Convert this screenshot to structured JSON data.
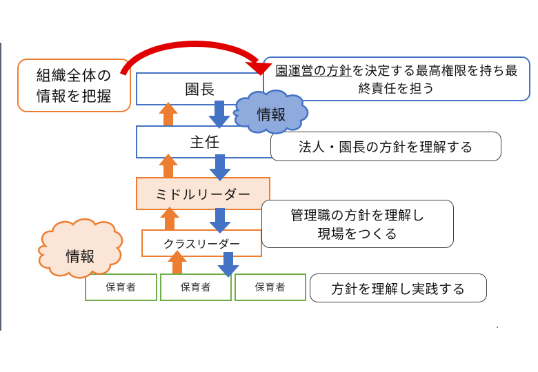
{
  "diagram": {
    "top_left_note": {
      "line1": "組織全体の",
      "line2": "情報を把握"
    },
    "hierarchy": [
      {
        "id": "director",
        "label": "園長",
        "style": "blue"
      },
      {
        "id": "chief",
        "label": "主任",
        "style": "blue"
      },
      {
        "id": "middle-leader",
        "label": "ミドルリーダー",
        "style": "orange-filled"
      },
      {
        "id": "class-leader",
        "label": "クラスリーダー",
        "style": "orange"
      }
    ],
    "staff": [
      {
        "label": "保育者"
      },
      {
        "label": "保育者"
      },
      {
        "label": "保育者"
      }
    ],
    "descriptions": {
      "director": {
        "underlined": "園運営の方針",
        "rest_line1": "を決定する最高権限を持ち最",
        "line2": "終責任を担う"
      },
      "chief": "法人・園長の方針を理解する",
      "middle": {
        "line1": "管理職の方針を理解し",
        "line2": "現場をつくる"
      },
      "staff": "方針を理解し実践する"
    },
    "clouds": {
      "upper": "情報",
      "lower": "情報"
    },
    "colors": {
      "blue": "#4472c4",
      "orange": "#ed7d31",
      "orange_fill": "#fbe5d6",
      "green": "#70ad47",
      "red_arrow": "#e00000",
      "cloud_blue_fill": "#8faadc",
      "cloud_orange_fill": "#fbe5d6"
    }
  }
}
